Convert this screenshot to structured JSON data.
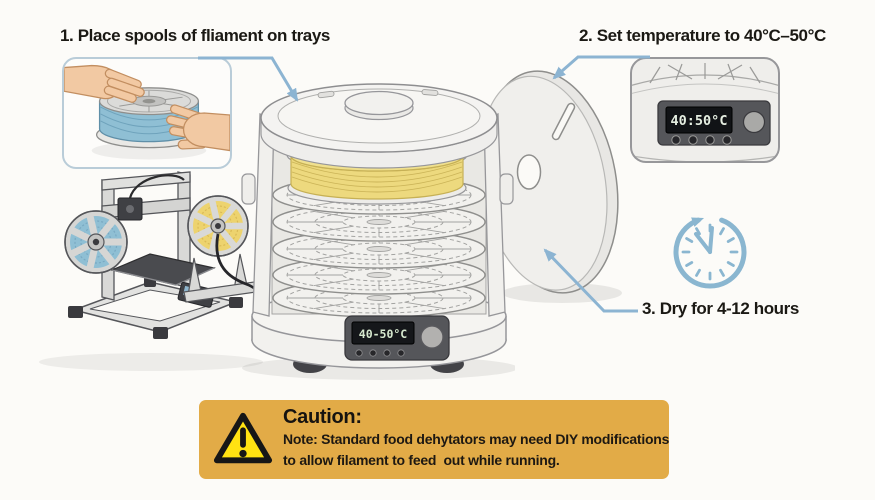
{
  "steps": {
    "step1": "1. Place spools of fliament on trays",
    "step2": "2. Set temperature to 40°C–50°C",
    "step3": "3. Dry for 4-12 hours"
  },
  "caution": {
    "title": "Caution:",
    "note_line1": "Note: Standard food dehytators may need DIY modifications",
    "note_line2": "to allow filament to feed  out while running."
  },
  "displays": {
    "dehydrator_panel_temp": "40-50°C",
    "closeup_panel_temp": "40:50°C"
  },
  "icons": {
    "warning": "warning-triangle-icon",
    "clock": "clock-timer-icon",
    "arrows": "blue-leader-arrow"
  },
  "colors": {
    "background": "#FCFBF8",
    "accent_blue": "#8CB4D2",
    "caution_background": "#E2AB47",
    "warning_yellow": "#FFE212",
    "filament_blue": "#8FBFD4",
    "filament_yellow": "#EDD97E",
    "panel_dark": "#55565A",
    "text": "#1B1914"
  },
  "scene": {
    "spool_hands": "hands-placing-spool-illustration",
    "printer": "3d-printer-illustration",
    "dehydrator": "food-dehydrator-illustration",
    "lid": "dehydrator-lid-illustration",
    "control_closeup": "temperature-control-closeup"
  }
}
